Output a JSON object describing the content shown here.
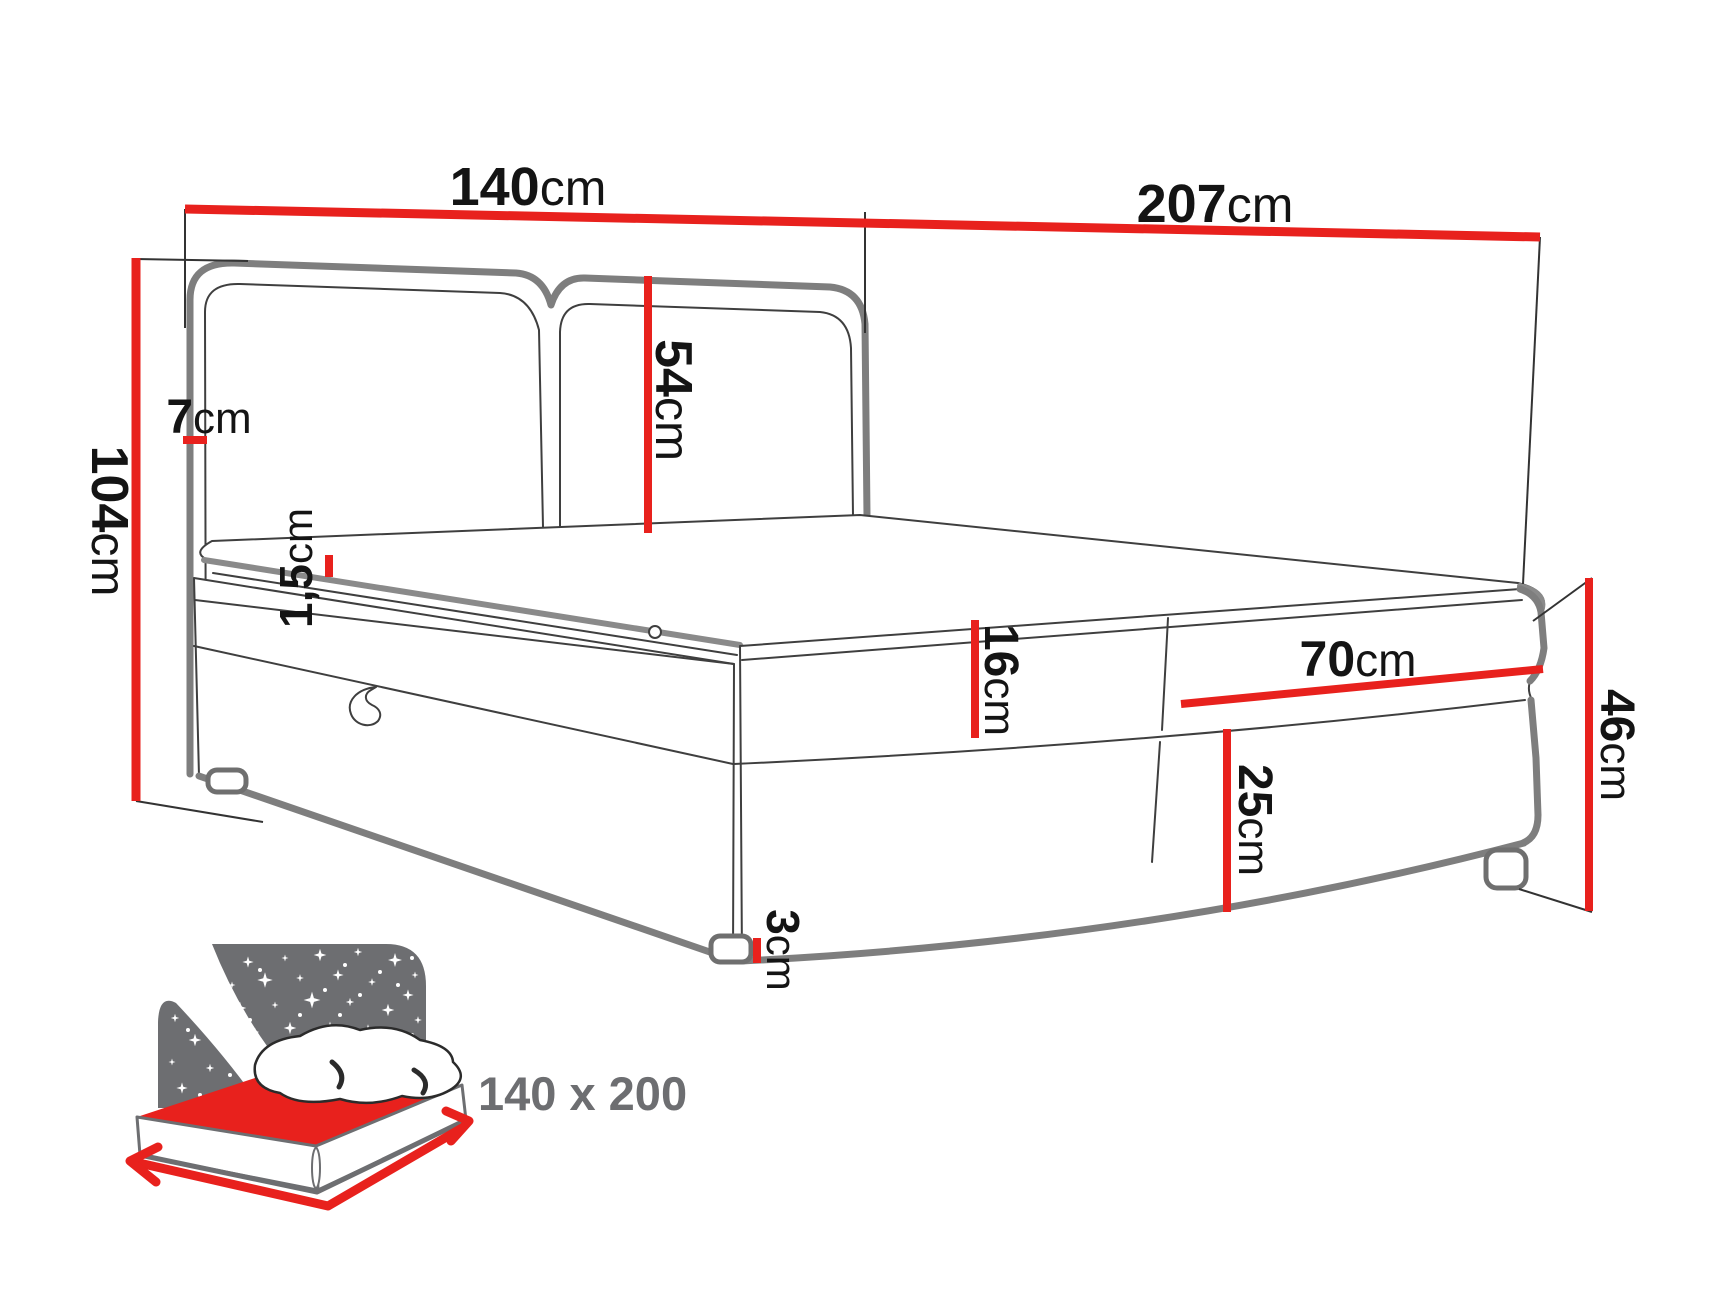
{
  "diagram": {
    "type": "furniture-dimension-drawing",
    "subject": "upholstered storage bed with headboard",
    "dims": {
      "headboard_width": {
        "value": "140",
        "unit": "cm",
        "orientation": "horizontal"
      },
      "bed_length": {
        "value": "207",
        "unit": "cm",
        "orientation": "horizontal"
      },
      "total_height": {
        "value": "104",
        "unit": "cm",
        "orientation": "vertical"
      },
      "headboard_side": {
        "value": "7",
        "unit": "cm",
        "orientation": "horizontal-tick"
      },
      "headboard_cushion_height": {
        "value": "54",
        "unit": "cm",
        "orientation": "vertical"
      },
      "topper_thickness": {
        "value": "1,5",
        "unit": "cm",
        "orientation": "vertical-tick"
      },
      "mattress_box_height": {
        "value": "16",
        "unit": "cm",
        "orientation": "vertical"
      },
      "foot_panel_width": {
        "value": "70",
        "unit": "cm",
        "orientation": "horizontal"
      },
      "storage_drawer_height": {
        "value": "25",
        "unit": "cm",
        "orientation": "vertical"
      },
      "leg_height": {
        "value": "3",
        "unit": "cm",
        "orientation": "vertical-tick"
      },
      "base_height": {
        "value": "46",
        "unit": "cm",
        "orientation": "vertical"
      }
    },
    "badge": {
      "size_label": "140 x 200"
    },
    "colors": {
      "dimension_red": "#e8211d",
      "icon_gray": "#6d6e71",
      "line_gray": "#7e7e7e",
      "edge_gray": "#8a8a8a",
      "label_black": "#141414"
    }
  }
}
